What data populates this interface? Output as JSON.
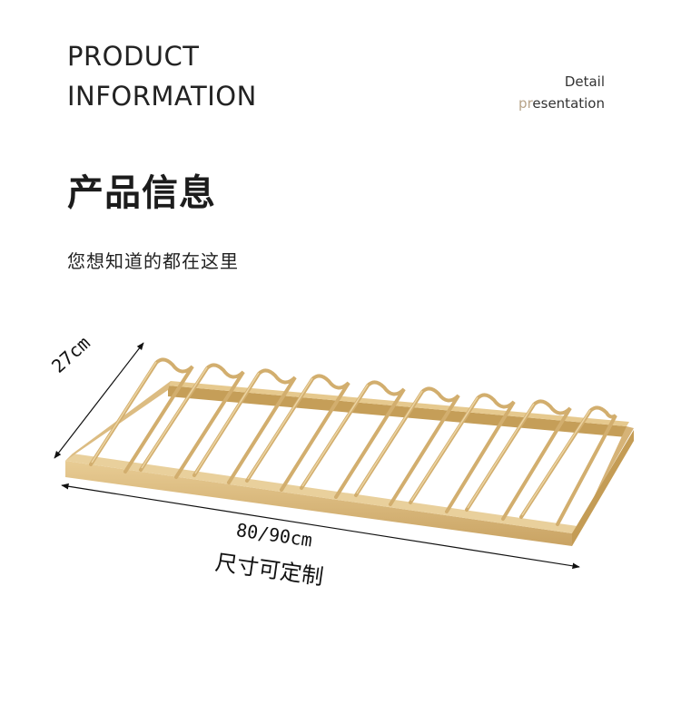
{
  "header": {
    "title_line1": "PRODUCT",
    "title_line2": "INFORMATION",
    "detail_line1": "Detail",
    "detail_line2_accent": "pr",
    "detail_line2_rest": "esentation"
  },
  "section": {
    "title": "产品信息",
    "subtitle": "您想知道的都在这里"
  },
  "product": {
    "dimension_depth": "27cm",
    "dimension_width": "80/90cm",
    "custom_note": "尺寸可定制"
  },
  "colors": {
    "gold": "#d9b77a",
    "gold_dark": "#b8944f",
    "accent": "#b8a48a"
  }
}
